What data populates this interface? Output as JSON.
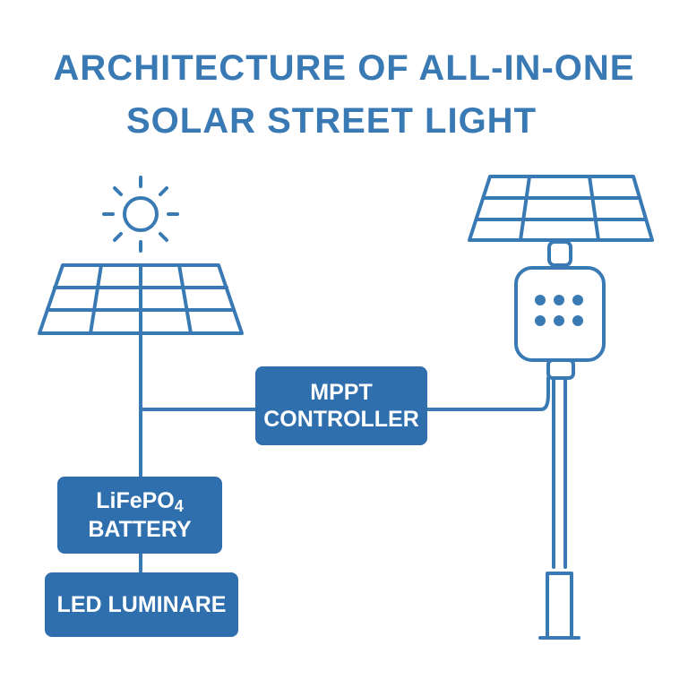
{
  "title": {
    "line1": "ARCHITECTURE OF ALL-IN-ONE",
    "line2": "SOLAR STREET LIGHT"
  },
  "boxes": {
    "mppt": {
      "line1": "MPPT",
      "line2": "CONTROLLER"
    },
    "battery": {
      "line1_main": "LiFePO",
      "line1_sub": "4",
      "line2": "BATTERY"
    },
    "led": {
      "label": "LED LUMINARE"
    }
  },
  "icons": [
    "sun-icon",
    "solar-panel-icon",
    "solar-panel-icon",
    "control-box-icon",
    "street-light-pole-icon"
  ],
  "colors": {
    "primary": "#3a7ab4",
    "box_fill": "#2f6fae",
    "background": "#ffffff"
  }
}
